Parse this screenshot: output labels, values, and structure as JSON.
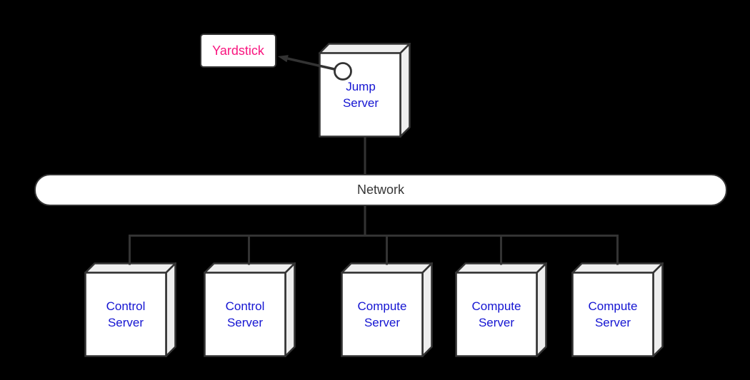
{
  "colors": {
    "background": "#000000",
    "outline": "#333333",
    "node_fill": "#ffffff",
    "node_side_fill": "#eeeeee",
    "server_label": "#1515d2",
    "yardstick_label": "#f9157f",
    "network_label": "#363636"
  },
  "nodes": {
    "yardstick": {
      "label": "Yardstick"
    },
    "jump_server": {
      "label": "Jump\nServer"
    },
    "network": {
      "label": "Network"
    },
    "servers": [
      {
        "label": "Control\nServer"
      },
      {
        "label": "Control\nServer"
      },
      {
        "label": "Compute\nServer"
      },
      {
        "label": "Compute\nServer"
      },
      {
        "label": "Compute\nServer"
      }
    ]
  },
  "edges": [
    {
      "from": "jump-server",
      "to": "yardstick",
      "style": "arrow-from-port-circle"
    },
    {
      "from": "jump-server",
      "to": "network",
      "style": "plain"
    },
    {
      "from": "network",
      "to": "control-server-1",
      "style": "plain"
    },
    {
      "from": "network",
      "to": "control-server-2",
      "style": "plain"
    },
    {
      "from": "network",
      "to": "compute-server-1",
      "style": "plain"
    },
    {
      "from": "network",
      "to": "compute-server-2",
      "style": "plain"
    },
    {
      "from": "network",
      "to": "compute-server-3",
      "style": "plain"
    }
  ]
}
